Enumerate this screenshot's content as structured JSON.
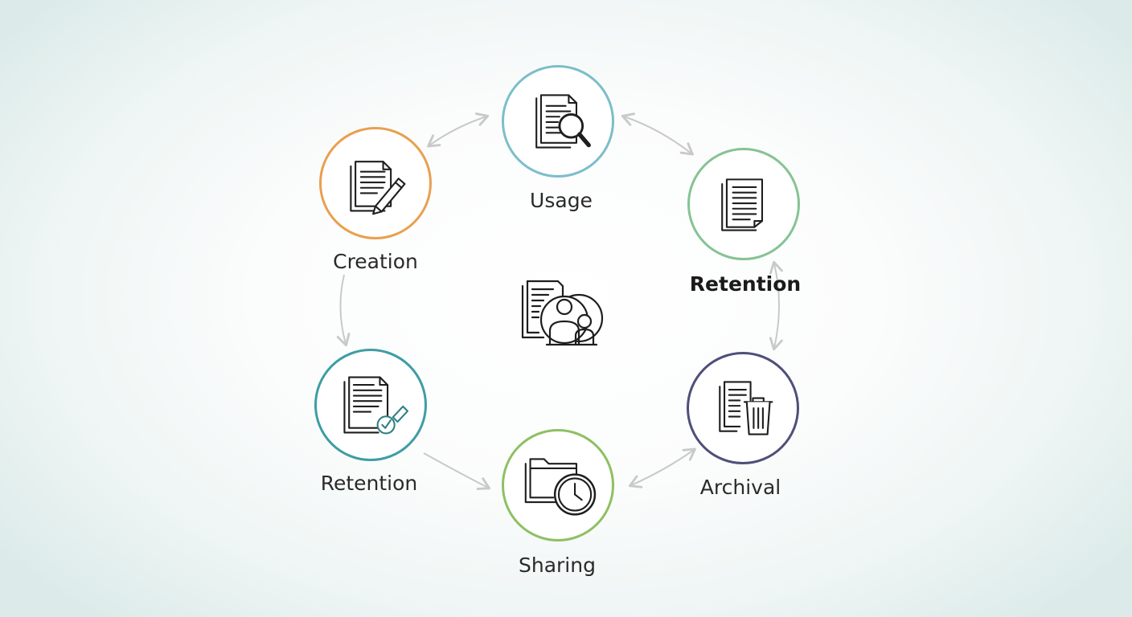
{
  "nodes": [
    {
      "id": "usage",
      "label": "Usage",
      "icon": "document-search-icon",
      "color": "#7cbec9"
    },
    {
      "id": "creation",
      "label": "Creation",
      "icon": "document-edit-icon",
      "color": "#e8a04e"
    },
    {
      "id": "retention_right",
      "label": "Retention",
      "icon": "documents-icon",
      "color": "#86c393"
    },
    {
      "id": "retention_left",
      "label": "Retention",
      "icon": "document-approve-icon",
      "color": "#3f9da4"
    },
    {
      "id": "sharing",
      "label": "Sharing",
      "icon": "folder-clock-icon",
      "color": "#8ec063"
    },
    {
      "id": "archival",
      "label": "Archival",
      "icon": "document-trash-icon",
      "color": "#4e4f79"
    }
  ],
  "center": {
    "icon": "documents-users-icon"
  },
  "connector_color": "#c9c9c9"
}
